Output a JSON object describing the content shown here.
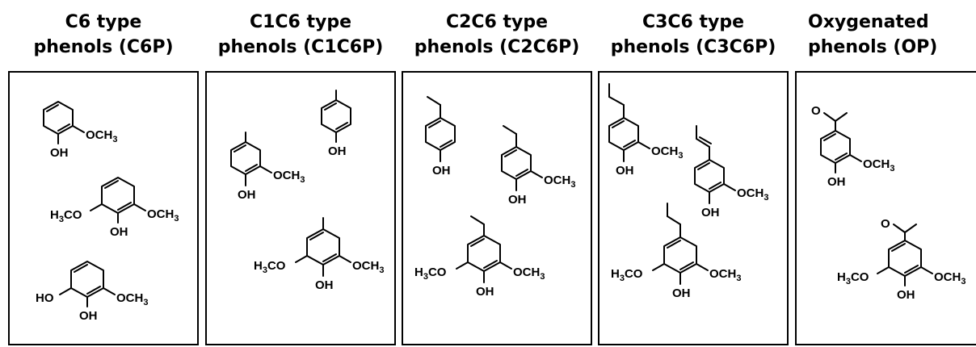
{
  "columns": [
    {
      "id": "c6p",
      "title_line1": "C6 type",
      "title_line2": "phenols (C6P)",
      "molecules": [
        {
          "labels": [
            "OH",
            "OCH3"
          ]
        },
        {
          "labels": [
            "H3CO",
            "OH",
            "OCH3"
          ]
        },
        {
          "labels": [
            "HO",
            "OH",
            "OCH3"
          ]
        }
      ]
    },
    {
      "id": "c1c6p",
      "title_line1": "C1C6 type",
      "title_line2": "phenols (C1C6P)",
      "molecules": [
        {
          "labels": [
            "OH"
          ]
        },
        {
          "labels": [
            "OH",
            "OCH3"
          ]
        },
        {
          "labels": [
            "H3CO",
            "OH",
            "OCH3"
          ]
        }
      ]
    },
    {
      "id": "c2c6p",
      "title_line1": "C2C6 type",
      "title_line2": "phenols (C2C6P)",
      "molecules": [
        {
          "labels": [
            "OH"
          ]
        },
        {
          "labels": [
            "OH",
            "OCH3"
          ]
        },
        {
          "labels": [
            "H3CO",
            "OH",
            "OCH3"
          ]
        }
      ]
    },
    {
      "id": "c3c6p",
      "title_line1": "C3C6 type",
      "title_line2": "phenols (C3C6P)",
      "molecules": [
        {
          "labels": [
            "OH",
            "OCH3"
          ]
        },
        {
          "labels": [
            "OH",
            "OCH3"
          ]
        },
        {
          "labels": [
            "H3CO",
            "OH",
            "OCH3"
          ]
        }
      ]
    },
    {
      "id": "op",
      "title_line1": "Oxygenated",
      "title_line2": "phenols (OP)",
      "molecules": [
        {
          "labels": [
            "O",
            "OH",
            "OCH3"
          ]
        },
        {
          "labels": [
            "O",
            "H3CO",
            "OH",
            "OCH3"
          ]
        }
      ]
    }
  ]
}
